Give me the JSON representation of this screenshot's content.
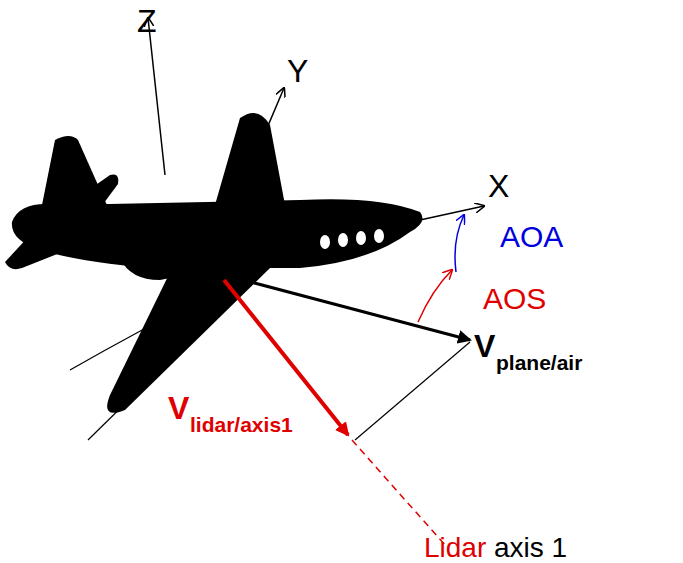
{
  "diagram": {
    "labels": [
      "Z",
      "Y",
      "X",
      "AOA",
      "AOS",
      "V",
      "plane/air",
      "V",
      "lidar/axis1",
      "Lidar",
      "axis 1"
    ]
  }
}
